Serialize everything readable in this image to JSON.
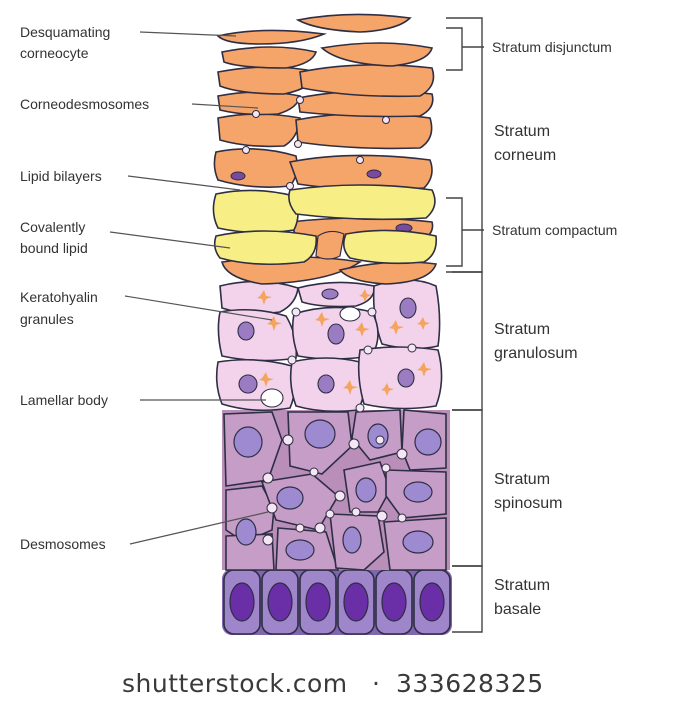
{
  "left_labels": {
    "desquamating_1": "Desquamating",
    "desquamating_2": "corneocyte",
    "corneodesmosomes": "Corneodesmosomes",
    "lipid_bilayers": "Lipid bilayers",
    "covalently_1": "Covalently",
    "covalently_2": "bound lipid",
    "keratohyalin_1": "Keratohyalin",
    "keratohyalin_2": "granules",
    "lamellar_body": "Lamellar body",
    "desmosomes": "Desmosomes"
  },
  "right_labels": {
    "disjunctum": "Stratum disjunctum",
    "corneum_1": "Stratum",
    "corneum_2": "corneum",
    "compactum": "Stratum compactum",
    "granulosum_1": "Stratum",
    "granulosum_2": "granulosum",
    "spinosum_1": "Stratum",
    "spinosum_2": "spinosum",
    "basale_1": "Stratum",
    "basale_2": "basale"
  },
  "watermark": {
    "site": "shutterstock.com",
    "separator": "·",
    "id": "333628325"
  },
  "colors": {
    "corneocyte": "#f6a56a",
    "lipid_yellow": "#f7ef86",
    "granular_cell": "#f3d3ec",
    "granular_nucleus": "#9b7cc2",
    "keratohyalin": "#f4a45e",
    "spinous_cell": "#c69dc6",
    "spinous_nucleus": "#9d8ad0",
    "basal_cell": "#9f85c9",
    "basal_nucleus": "#6a2fa6"
  }
}
